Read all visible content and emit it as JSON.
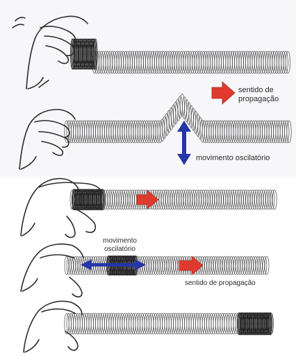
{
  "labels": {
    "propagation_direction_line1": "sentido de",
    "propagation_direction_line2": "propagação",
    "oscillatory_movement": "movimento oscilatório",
    "oscillatory_movement_line1": "movimento",
    "oscillatory_movement_line2": "oscilatório",
    "propagation_direction_full": "sentido de propagação"
  },
  "colors": {
    "red_arrow": "#e03a2f",
    "blue_arrow": "#2536a8",
    "spring": "#4a4a4a",
    "hand": "#2b2b2b"
  }
}
